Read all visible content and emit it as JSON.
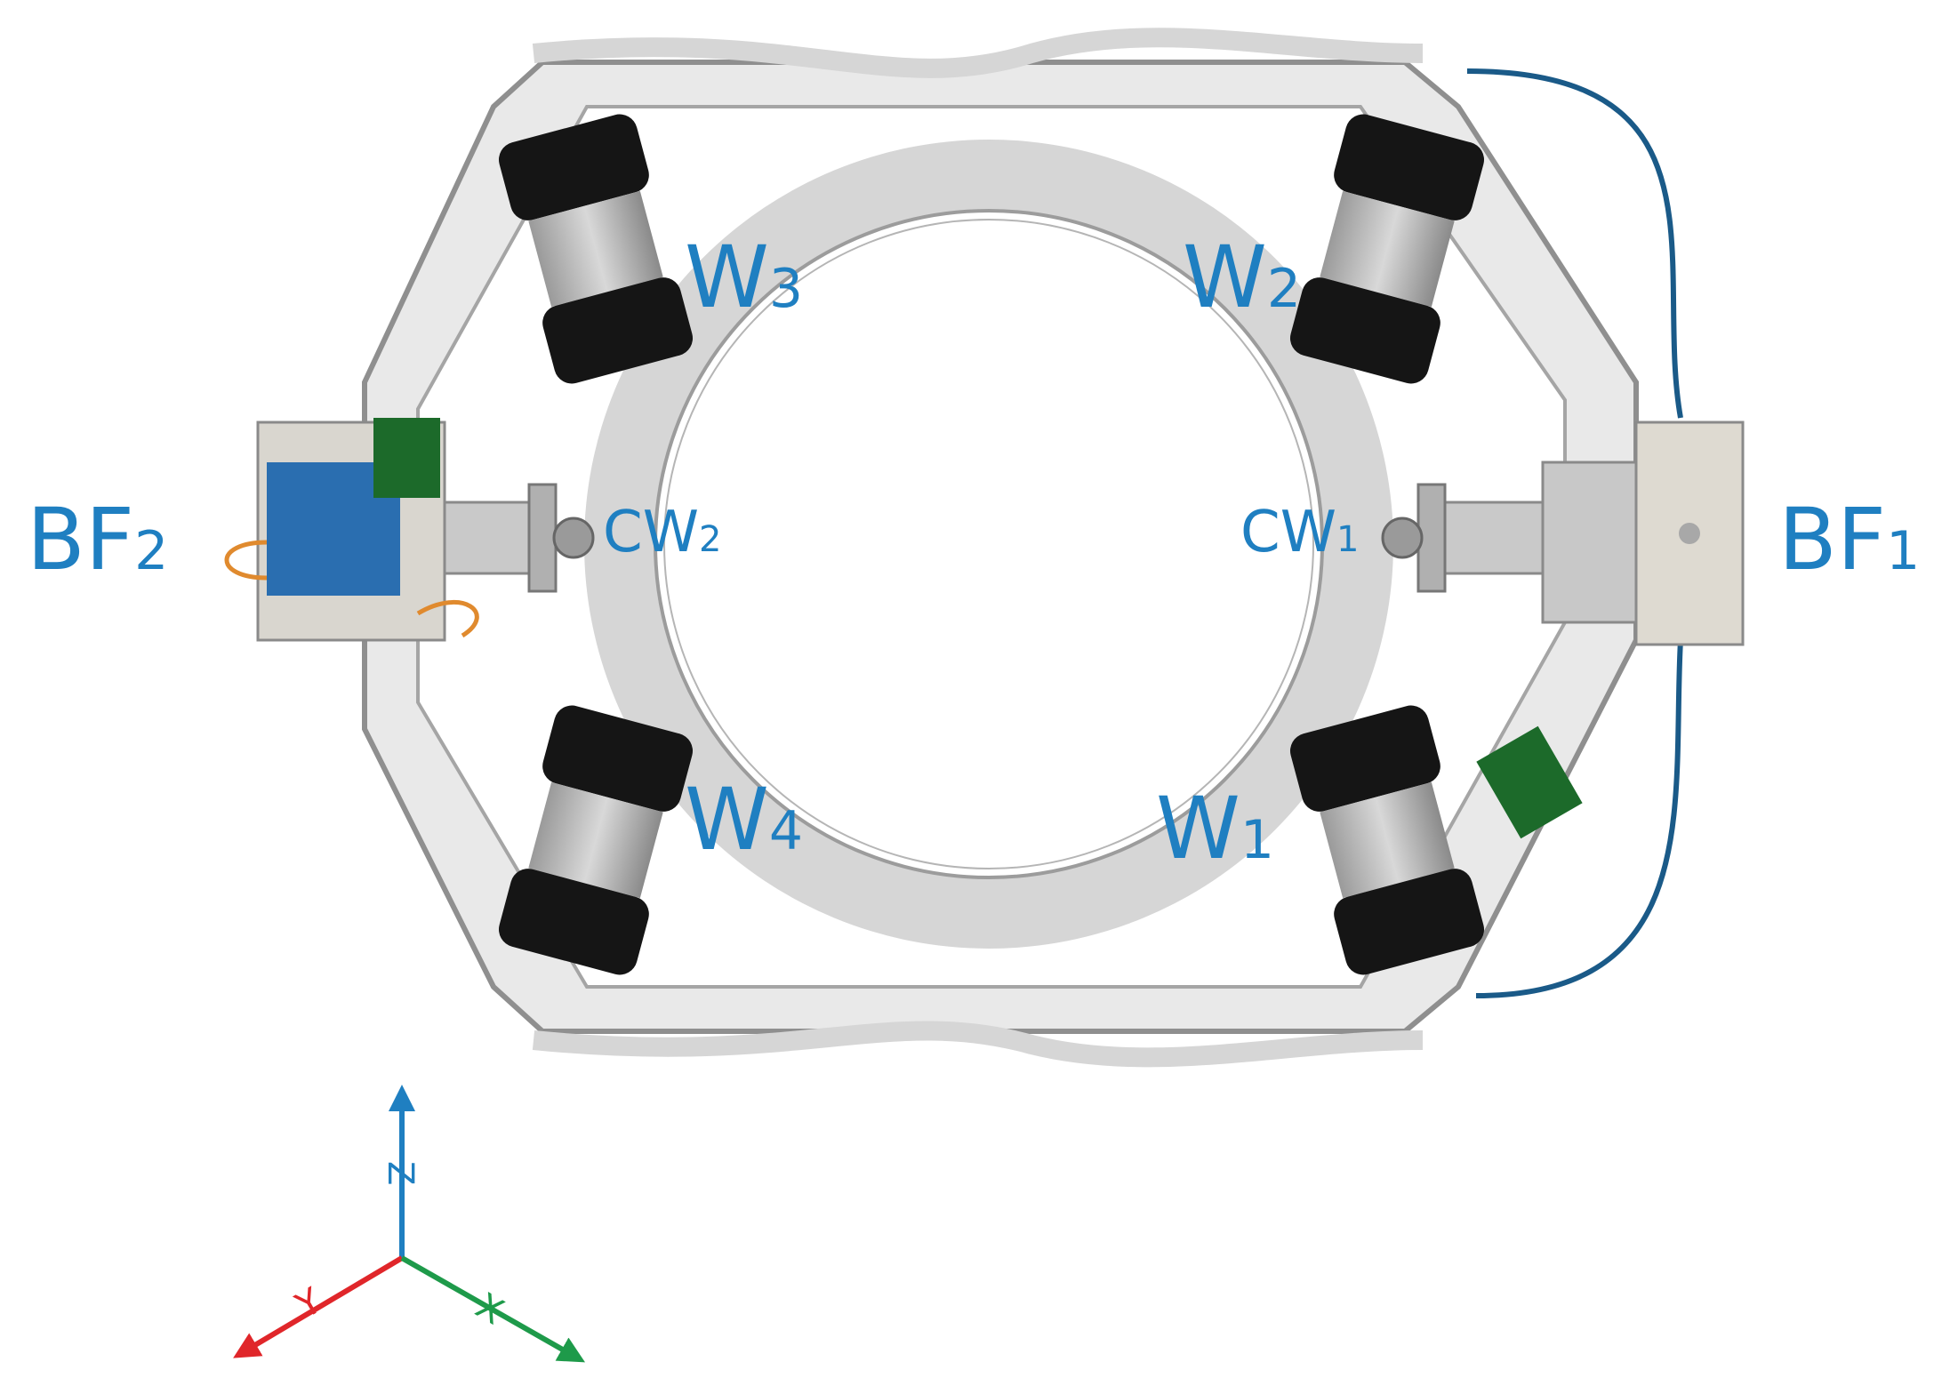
{
  "labels": {
    "w1": {
      "main": "W",
      "sub": "1"
    },
    "w2": {
      "main": "W",
      "sub": "2"
    },
    "w3": {
      "main": "W",
      "sub": "3"
    },
    "w4": {
      "main": "W",
      "sub": "4"
    },
    "bf1": {
      "main": "BF",
      "sub": "1"
    },
    "bf2": {
      "main": "BF",
      "sub": "2"
    },
    "cw1": {
      "main": "CW",
      "sub": "1"
    },
    "cw2": {
      "main": "CW",
      "sub": "2"
    }
  },
  "axes": {
    "x": "X",
    "y": "Y",
    "z": "Z"
  },
  "colors": {
    "label": "#1f7fc1",
    "x_axis": "#1e9a4a",
    "y_axis": "#e0262a",
    "z_axis": "#1f7fc1",
    "frame": "#b9b9b9",
    "pipe": "#d6d6d6",
    "wheel": "#151515"
  }
}
